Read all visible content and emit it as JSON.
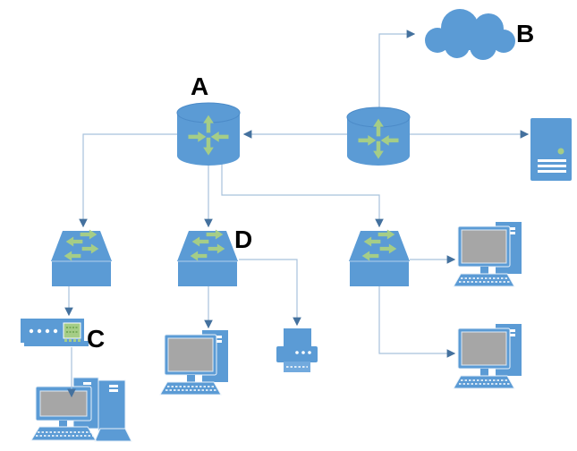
{
  "colors": {
    "canvas_bg": "#ffffff",
    "node_blue": "#5b9bd5",
    "glyph_green": "#a5cd87",
    "screen_gray": "#a6a6a6",
    "link_line": "#a8c2dc",
    "arrowhead": "#44719e",
    "label_text": "#000000",
    "detail_white": "#ffffff"
  },
  "labels": {
    "router_a": "A",
    "cloud_b": "B",
    "device_c": "C",
    "switch_d": "D"
  },
  "nodes": [
    {
      "id": "router-a",
      "type": "router",
      "label": "A"
    },
    {
      "id": "cloud-b",
      "type": "cloud",
      "label": "B"
    },
    {
      "id": "router-right",
      "type": "router",
      "label": ""
    },
    {
      "id": "server",
      "type": "server",
      "label": ""
    },
    {
      "id": "switch-left",
      "type": "switch",
      "label": ""
    },
    {
      "id": "switch-d",
      "type": "switch",
      "label": "D"
    },
    {
      "id": "switch-right",
      "type": "switch",
      "label": ""
    },
    {
      "id": "device-c",
      "type": "modem-hub",
      "label": "C"
    },
    {
      "id": "workstation-pair-left",
      "type": "workstation-pair",
      "label": ""
    },
    {
      "id": "workstation-middle",
      "type": "workstation",
      "label": ""
    },
    {
      "id": "printer",
      "type": "printer",
      "label": ""
    },
    {
      "id": "workstation-right-top",
      "type": "workstation",
      "label": ""
    },
    {
      "id": "workstation-right-bottom",
      "type": "workstation",
      "label": ""
    }
  ],
  "edges": [
    {
      "from": "router-right",
      "to": "cloud-b"
    },
    {
      "from": "router-right",
      "to": "router-a"
    },
    {
      "from": "router-right",
      "to": "server"
    },
    {
      "from": "router-a",
      "to": "switch-left"
    },
    {
      "from": "router-a",
      "to": "switch-d"
    },
    {
      "from": "router-a",
      "to": "switch-right"
    },
    {
      "from": "switch-left",
      "to": "device-c"
    },
    {
      "from": "device-c",
      "to": "workstation-pair-left"
    },
    {
      "from": "switch-d",
      "to": "workstation-middle"
    },
    {
      "from": "switch-d",
      "to": "printer"
    },
    {
      "from": "switch-right",
      "to": "workstation-right-top"
    },
    {
      "from": "switch-right",
      "to": "workstation-right-bottom"
    }
  ]
}
